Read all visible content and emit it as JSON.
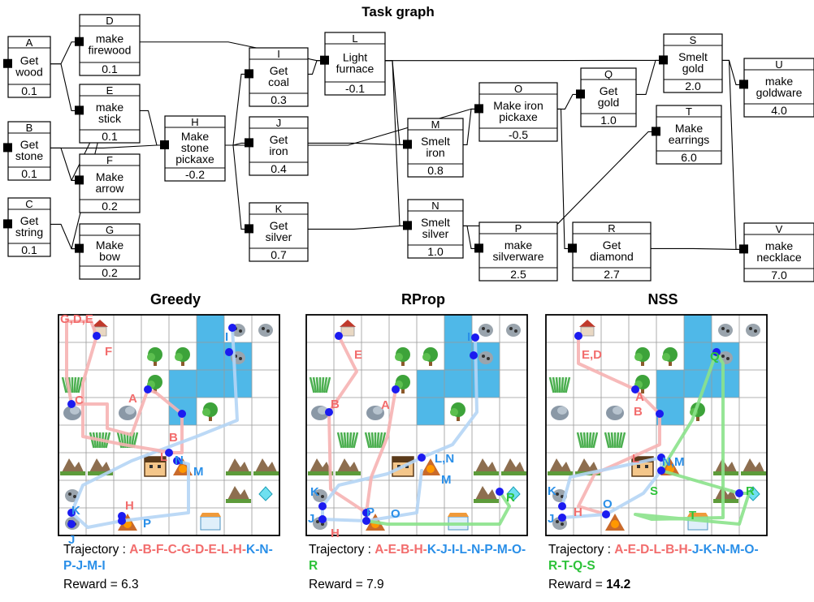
{
  "title": "Task graph",
  "colors": {
    "red": "#f26d6d",
    "blue": "#2a8fe8",
    "green": "#2ec23a",
    "red_path": "#f6b3b3",
    "blue_path": "#b5d5f5",
    "green_path": "#8be28b",
    "water": "#4fb8e8",
    "grid_line": "#999999"
  },
  "nodes": [
    {
      "id": "A",
      "lines": [
        "Get",
        "wood"
      ],
      "reward": "0.1"
    },
    {
      "id": "B",
      "lines": [
        "Get",
        "stone"
      ],
      "reward": "0.1"
    },
    {
      "id": "C",
      "lines": [
        "Get",
        "string"
      ],
      "reward": "0.1"
    },
    {
      "id": "D",
      "lines": [
        "make",
        "firewood"
      ],
      "reward": "0.1"
    },
    {
      "id": "E",
      "lines": [
        "make",
        "stick"
      ],
      "reward": "0.1"
    },
    {
      "id": "F",
      "lines": [
        "Make",
        "arrow"
      ],
      "reward": "0.2"
    },
    {
      "id": "G",
      "lines": [
        "Make",
        "bow"
      ],
      "reward": "0.2"
    },
    {
      "id": "H",
      "lines": [
        "Make",
        "stone",
        "pickaxe"
      ],
      "reward": "-0.2"
    },
    {
      "id": "I",
      "lines": [
        "Get",
        "coal"
      ],
      "reward": "0.3"
    },
    {
      "id": "J",
      "lines": [
        "Get",
        "iron"
      ],
      "reward": "0.4"
    },
    {
      "id": "K",
      "lines": [
        "Get",
        "silver"
      ],
      "reward": "0.7"
    },
    {
      "id": "L",
      "lines": [
        "Light",
        "furnace"
      ],
      "reward": "-0.1"
    },
    {
      "id": "M",
      "lines": [
        "Smelt",
        "iron"
      ],
      "reward": "0.8"
    },
    {
      "id": "N",
      "lines": [
        "Smelt",
        "silver"
      ],
      "reward": "1.0"
    },
    {
      "id": "O",
      "lines": [
        "Make iron",
        "pickaxe"
      ],
      "reward": "-0.5"
    },
    {
      "id": "P",
      "lines": [
        "make",
        "silverware"
      ],
      "reward": "2.5"
    },
    {
      "id": "Q",
      "lines": [
        "Get",
        "gold"
      ],
      "reward": "1.0"
    },
    {
      "id": "R",
      "lines": [
        "Get",
        "diamond"
      ],
      "reward": "2.7"
    },
    {
      "id": "S",
      "lines": [
        "Smelt",
        "gold"
      ],
      "reward": "2.0"
    },
    {
      "id": "T",
      "lines": [
        "Make",
        "earrings"
      ],
      "reward": "6.0"
    },
    {
      "id": "U",
      "lines": [
        "make",
        "goldware"
      ],
      "reward": "4.0"
    },
    {
      "id": "V",
      "lines": [
        "make",
        "necklace"
      ],
      "reward": "7.0"
    }
  ],
  "edges": [
    [
      "A",
      "D"
    ],
    [
      "A",
      "E"
    ],
    [
      "B",
      "F"
    ],
    [
      "B",
      "H"
    ],
    [
      "C",
      "G"
    ],
    [
      "E",
      "F"
    ],
    [
      "E",
      "G"
    ],
    [
      "E",
      "H"
    ],
    [
      "D",
      "L"
    ],
    [
      "H",
      "I"
    ],
    [
      "H",
      "J"
    ],
    [
      "H",
      "K"
    ],
    [
      "I",
      "L"
    ],
    [
      "J",
      "M"
    ],
    [
      "L",
      "M"
    ],
    [
      "L",
      "N"
    ],
    [
      "K",
      "N"
    ],
    [
      "M",
      "O"
    ],
    [
      "N",
      "P"
    ],
    [
      "O",
      "Q"
    ],
    [
      "L",
      "S"
    ],
    [
      "Q",
      "S"
    ],
    [
      "S",
      "U"
    ],
    [
      "O",
      "R"
    ],
    [
      "R",
      "V"
    ],
    [
      "N",
      "T"
    ],
    [
      "S",
      "V"
    ],
    [
      "H",
      "O"
    ]
  ],
  "panels": [
    {
      "name": "Greedy",
      "trajectory_label": "Trajectory : ",
      "trajectory_parts": [
        {
          "text": "A-B-F-C-G-D-E-",
          "color": "red"
        },
        {
          "text": "L-H-",
          "color": "red"
        },
        {
          "text": "K-N-P-J-M-I",
          "color": "blue"
        }
      ],
      "reward_prefix": "Reward = ",
      "reward_value": "6.3",
      "reward_bold": false,
      "labels": [
        {
          "t": "G,D,E",
          "c": "red"
        },
        {
          "t": "F",
          "c": "red"
        },
        {
          "t": "C",
          "c": "red"
        },
        {
          "t": "A",
          "c": "red"
        },
        {
          "t": "B",
          "c": "red"
        },
        {
          "t": "L",
          "c": "red"
        },
        {
          "t": "N",
          "c": "blue"
        },
        {
          "t": "M",
          "c": "blue"
        },
        {
          "t": "I",
          "c": "blue"
        },
        {
          "t": "H",
          "c": "red"
        },
        {
          "t": "K",
          "c": "blue"
        },
        {
          "t": "P",
          "c": "blue"
        },
        {
          "t": "J",
          "c": "blue"
        }
      ]
    },
    {
      "name": "RProp",
      "trajectory_label": "Trajectory : ",
      "trajectory_parts": [
        {
          "text": "A-E-B-H-",
          "color": "red"
        },
        {
          "text": "K-J-I-",
          "color": "blue"
        },
        {
          "text": "L-N-P-M-O-",
          "color": "blue"
        },
        {
          "text": "R",
          "color": "green"
        }
      ],
      "reward_prefix": "Reward = ",
      "reward_value": "7.9",
      "reward_bold": false,
      "labels": [
        {
          "t": "E",
          "c": "red"
        },
        {
          "t": "B",
          "c": "red"
        },
        {
          "t": "A",
          "c": "red"
        },
        {
          "t": "I",
          "c": "blue"
        },
        {
          "t": "L,N",
          "c": "blue"
        },
        {
          "t": "M",
          "c": "blue"
        },
        {
          "t": "K",
          "c": "blue"
        },
        {
          "t": "J",
          "c": "blue"
        },
        {
          "t": "H",
          "c": "red"
        },
        {
          "t": "P",
          "c": "blue"
        },
        {
          "t": "O",
          "c": "blue"
        },
        {
          "t": "R",
          "c": "green"
        }
      ]
    },
    {
      "name": "NSS",
      "trajectory_label": "Trajectory : ",
      "trajectory_parts": [
        {
          "text": "A-E-D-L-B-H-",
          "color": "red"
        },
        {
          "text": "J-",
          "color": "blue"
        },
        {
          "text": "K-N-M-O-",
          "color": "blue"
        },
        {
          "text": "R-T-Q-S",
          "color": "green"
        }
      ],
      "reward_prefix": "Reward = ",
      "reward_value": "14.2",
      "reward_bold": true,
      "labels": [
        {
          "t": "E,D",
          "c": "red"
        },
        {
          "t": "A",
          "c": "red"
        },
        {
          "t": "B",
          "c": "red"
        },
        {
          "t": "Q",
          "c": "green"
        },
        {
          "t": "L",
          "c": "red"
        },
        {
          "t": "N,M",
          "c": "blue"
        },
        {
          "t": "S",
          "c": "green"
        },
        {
          "t": "K",
          "c": "blue"
        },
        {
          "t": "J",
          "c": "blue"
        },
        {
          "t": "H",
          "c": "red"
        },
        {
          "t": "O",
          "c": "blue"
        },
        {
          "t": "T",
          "c": "green"
        },
        {
          "t": "R",
          "c": "green"
        }
      ]
    }
  ],
  "icons": [
    "house-icon",
    "tree-icon",
    "grass-icon",
    "rock-icon",
    "water-icon",
    "ore-icon",
    "mountain-icon",
    "furnace-icon",
    "crafter-icon",
    "shop-icon",
    "diamond-icon"
  ]
}
